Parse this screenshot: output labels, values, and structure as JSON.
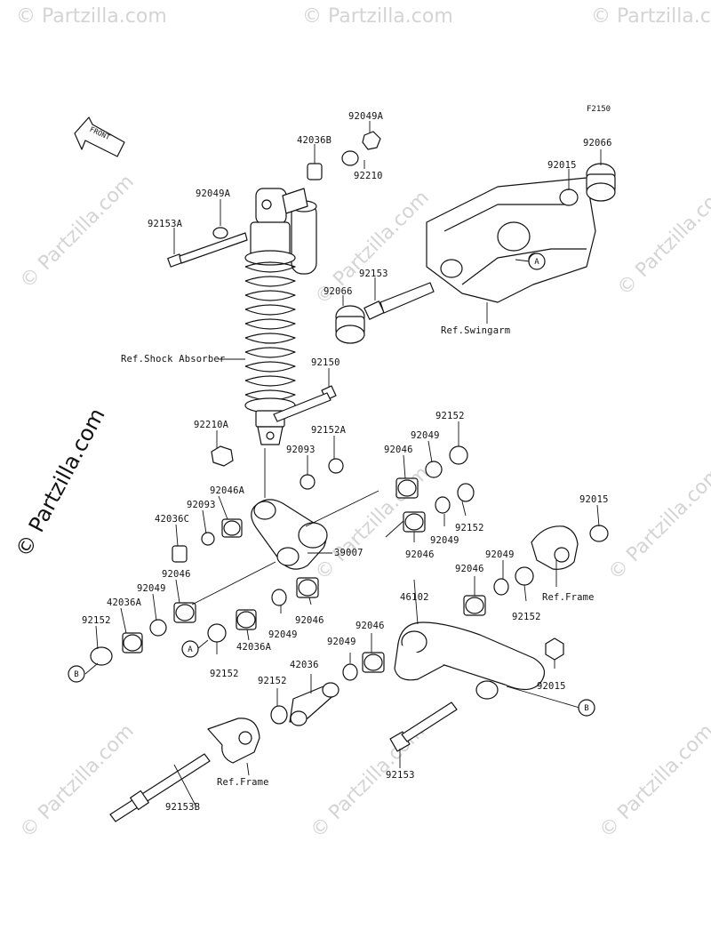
{
  "diagram": {
    "code": "F2150",
    "front_label": "FRONT",
    "watermark": "© Partzilla.com",
    "labels": {
      "p92049A_top": "92049A",
      "p42036B": "42036B",
      "p92210": "92210",
      "p92066_top": "92066",
      "p92015_top": "92015",
      "p92049A_mid": "92049A",
      "p92153A": "92153A",
      "p92153_swing": "92153",
      "p92066_left": "92066",
      "ref_swingarm": "Ref.Swingarm",
      "ref_shock": "Ref.Shock Absorber",
      "p92150": "92150",
      "p92152_top": "92152",
      "p92210A": "92210A",
      "p92152A": "92152A",
      "p92049_r1": "92049",
      "p92093_a": "92093",
      "p92046_r1": "92046",
      "p92046A": "92046A",
      "p92093_b": "92093",
      "p42036C": "42036C",
      "p92152_r2": "92152",
      "p92049_r2": "92049",
      "p92046_r2": "92046",
      "p39007": "39007",
      "p92015_right": "92015",
      "p92049_right": "92049",
      "p92046_left": "92046",
      "p92049_left": "92049",
      "p42036A_left": "42036A",
      "p92152_left": "92152",
      "circle_B_left": "B",
      "circle_A": "A",
      "p92152_center": "92152",
      "p42036A_center": "42036A",
      "p92049_center": "92049",
      "p92046_center": "92046",
      "p92046_link": "92046",
      "p46102": "46102",
      "p92046_link2": "92046",
      "p92049_link2": "92049",
      "ref_frame_right": "Ref.Frame",
      "p92152_right": "92152",
      "p92015_bottom": "92015",
      "circle_B_right": "B",
      "p42036": "42036",
      "p92152_bot": "92152",
      "ref_frame_bottom": "Ref.Frame",
      "p92153_bot": "92153",
      "p92153B": "92153B",
      "circle_A_swing": "A"
    }
  }
}
